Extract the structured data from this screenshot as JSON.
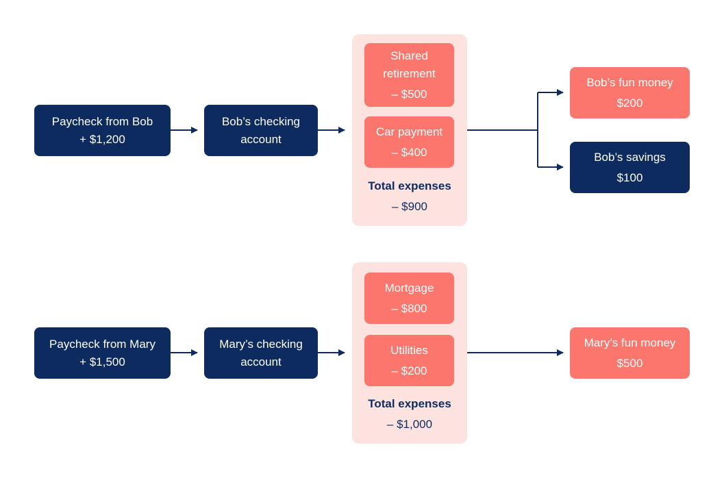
{
  "colors": {
    "navy": "#0d2b5e",
    "coral": "#fb766c",
    "panel": "#fde3e0"
  },
  "bob": {
    "paycheck": {
      "title": "Paycheck from Bob",
      "amount": "+ $1,200"
    },
    "checking": {
      "line1": "Bob’s checking",
      "line2": "account"
    },
    "expenses": [
      {
        "line1": "Shared",
        "line2": "retirement",
        "amount": "– $500"
      },
      {
        "line1": "Car payment",
        "amount": "– $400"
      }
    ],
    "total": {
      "label": "Total expenses",
      "value": "– $900"
    },
    "fun_money": {
      "title": "Bob’s fun money",
      "amount": "$200"
    },
    "savings": {
      "title": "Bob’s savings",
      "amount": "$100"
    }
  },
  "mary": {
    "paycheck": {
      "title": "Paycheck from Mary",
      "amount": "+ $1,500"
    },
    "checking": {
      "line1": "Mary’s checking",
      "line2": "account"
    },
    "expenses": [
      {
        "line1": "Mortgage",
        "amount": "– $800"
      },
      {
        "line1": "Utilities",
        "amount": "– $200"
      }
    ],
    "total": {
      "label": "Total expenses",
      "value": "– $1,000"
    },
    "fun_money": {
      "title": "Mary’s fun money",
      "amount": "$500"
    }
  }
}
